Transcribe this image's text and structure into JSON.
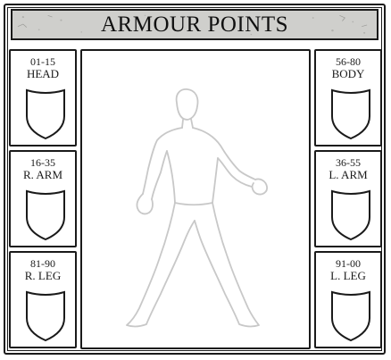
{
  "title": "ARMOUR POINTS",
  "locations": {
    "left": [
      {
        "range": "01-15",
        "part": "HEAD"
      },
      {
        "range": "16-35",
        "part": "R. ARM"
      },
      {
        "range": "81-90",
        "part": "R. LEG"
      }
    ],
    "right": [
      {
        "range": "56-80",
        "part": "BODY"
      },
      {
        "range": "36-55",
        "part": "L. ARM"
      },
      {
        "range": "91-00",
        "part": "L. LEG"
      }
    ]
  },
  "colors": {
    "ink": "#1a1a1a",
    "banner": "#cfcfcc",
    "figure_outline": "#c8c8c8"
  },
  "icons": {
    "slot": "shield-icon",
    "center": "human-figure-silhouette"
  }
}
